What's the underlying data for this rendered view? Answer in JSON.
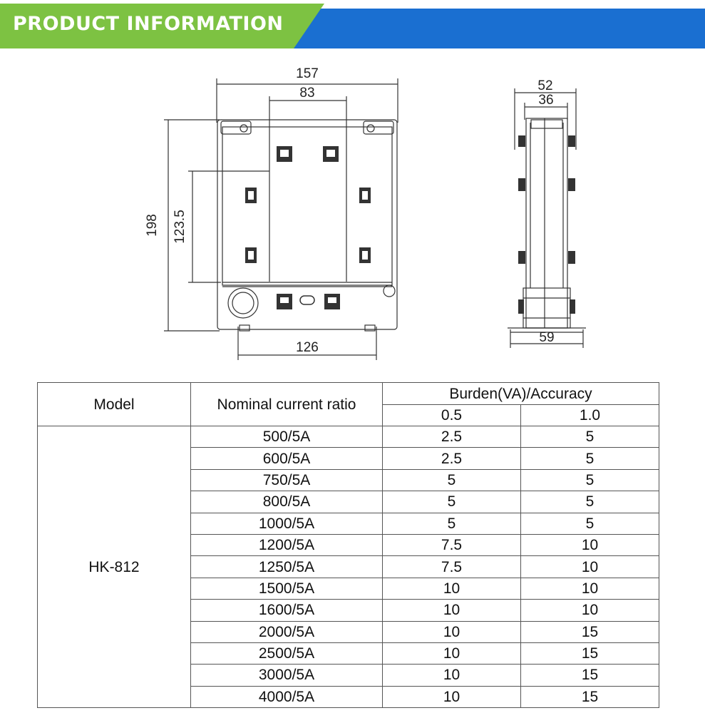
{
  "banner": {
    "title": "PRODUCT INFORMATION",
    "green": "#7dc242",
    "blue": "#1a6fd1"
  },
  "front_view": {
    "dimensions": {
      "overall_width": "157",
      "window_width": "83",
      "overall_height": "198",
      "window_height": "123.5",
      "mount_width": "126"
    }
  },
  "side_view": {
    "dimensions": {
      "overall_depth": "52",
      "inner_depth": "36",
      "base_depth": "59"
    }
  },
  "table": {
    "headers": {
      "model": "Model",
      "ratio": "Nominal current ratio",
      "burden": "Burden(VA)/Accuracy",
      "class_a": "0.5",
      "class_b": "1.0"
    },
    "model": "HK-812",
    "rows": [
      {
        "ratio": "500/5A",
        "a": "2.5",
        "b": "5"
      },
      {
        "ratio": "600/5A",
        "a": "2.5",
        "b": "5"
      },
      {
        "ratio": "750/5A",
        "a": "5",
        "b": "5"
      },
      {
        "ratio": "800/5A",
        "a": "5",
        "b": "5"
      },
      {
        "ratio": "1000/5A",
        "a": "5",
        "b": "5"
      },
      {
        "ratio": "1200/5A",
        "a": "7.5",
        "b": "10"
      },
      {
        "ratio": "1250/5A",
        "a": "7.5",
        "b": "10"
      },
      {
        "ratio": "1500/5A",
        "a": "10",
        "b": "10"
      },
      {
        "ratio": "1600/5A",
        "a": "10",
        "b": "10"
      },
      {
        "ratio": "2000/5A",
        "a": "10",
        "b": "15"
      },
      {
        "ratio": "2500/5A",
        "a": "10",
        "b": "15"
      },
      {
        "ratio": "3000/5A",
        "a": "10",
        "b": "15"
      },
      {
        "ratio": "4000/5A",
        "a": "10",
        "b": "15"
      }
    ]
  }
}
